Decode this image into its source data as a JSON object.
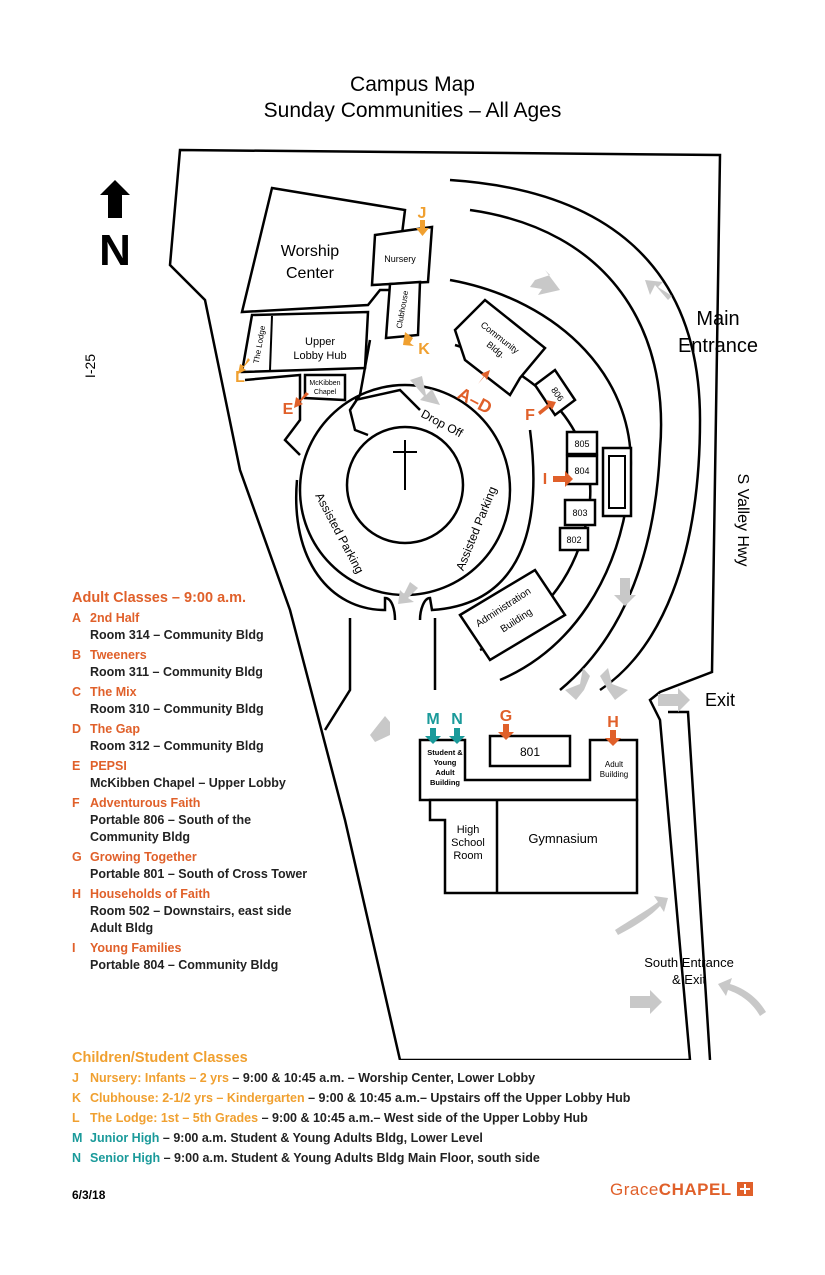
{
  "title_line1": "Campus Map",
  "title_line2": "Sunday Communities – All Ages",
  "map_labels": {
    "north": "N",
    "i25": "I-25",
    "worship_center_1": "Worship",
    "worship_center_2": "Center",
    "nursery": "Nursery",
    "clubhouse": "Clubhouse",
    "the_lodge": "The Lodge",
    "upper_lobby_1": "Upper",
    "upper_lobby_2": "Lobby Hub",
    "mckibben_1": "McKibben",
    "mckibben_2": "Chapel",
    "community_1": "Community",
    "community_2": "Bldg.",
    "drop_off": "Drop Off",
    "assisted_left": "Assisted Parking",
    "assisted_right": "Assisted Parking",
    "main_entrance_1": "Main",
    "main_entrance_2": "Entrance",
    "s_valley": "S Valley Hwy",
    "admin_1": "Administration",
    "admin_2": "Building",
    "exit": "Exit",
    "p806": "806",
    "p805": "805",
    "p804": "804",
    "p803": "803",
    "p802": "802",
    "p801": "801",
    "student_1": "Student &",
    "student_2": "Young",
    "student_3": "Adult",
    "student_4": "Building",
    "adult_bldg_1": "Adult",
    "adult_bldg_2": "Building",
    "high_school_1": "High",
    "high_school_2": "School",
    "high_school_3": "Room",
    "gymnasium": "Gymnasium",
    "south_entrance_1": "South Entrance",
    "south_entrance_2": "& Exit"
  },
  "markers": {
    "J": "J",
    "K": "K",
    "L": "L",
    "E": "E",
    "AD": "A–D",
    "F": "F",
    "I": "I",
    "G": "G",
    "H": "H",
    "M": "M",
    "N": "N"
  },
  "colors": {
    "orange": "#f0a030",
    "red": "#e0602a",
    "teal": "#1a9a9a",
    "gray": "#c8c8c8"
  },
  "adult_header": "Adult Classes – 9:00 a.m.",
  "adult_classes": [
    {
      "letter": "A",
      "name": "2nd Half",
      "room": "Room 314 – Community Bldg"
    },
    {
      "letter": "B",
      "name": "Tweeners",
      "room": "Room 311 – Community Bldg"
    },
    {
      "letter": "C",
      "name": "The Mix",
      "room": "Room 310 – Community Bldg"
    },
    {
      "letter": "D",
      "name": "The Gap",
      "room": "Room 312 – Community Bldg"
    },
    {
      "letter": "E",
      "name": "PEPSI",
      "room": "McKibben Chapel – Upper Lobby"
    },
    {
      "letter": "F",
      "name": "Adventurous Faith",
      "room": "Portable 806 – South of the",
      "room2": "Community Bldg"
    },
    {
      "letter": "G",
      "name": "Growing Together",
      "room": "Portable 801 – South of Cross Tower"
    },
    {
      "letter": "H",
      "name": "Households of Faith",
      "room": "Room 502 – Downstairs, east side",
      "room2": "Adult Bldg"
    },
    {
      "letter": "I",
      "name": "Young Families",
      "room": "Portable 804 – Community Bldg"
    }
  ],
  "children_header": "Children/Student Classes",
  "children_classes": [
    {
      "letter": "J",
      "name": "Nursery: Infants – 2 yrs",
      "detail": " – 9:00 & 10:45 a.m. – Worship Center, Lower Lobby"
    },
    {
      "letter": "K",
      "name": "Clubhouse: 2-1/2 yrs – Kindergarten",
      "detail": " – 9:00 & 10:45 a.m.– Upstairs off the Upper Lobby Hub"
    },
    {
      "letter": "L",
      "name": "The Lodge: 1st – 5th Grades",
      "detail": " – 9:00 & 10:45 a.m.– West side of the Upper Lobby Hub"
    },
    {
      "letter": "M",
      "name": "Junior High",
      "detail": " – 9:00 a.m. Student & Young Adults Bldg, Lower Level"
    },
    {
      "letter": "N",
      "name": "Senior High",
      "detail": " – 9:00 a.m. Student & Young Adults Bldg Main Floor, south side"
    }
  ],
  "date": "6/3/18",
  "logo_1": "Grace",
  "logo_2": "CHAPEL"
}
